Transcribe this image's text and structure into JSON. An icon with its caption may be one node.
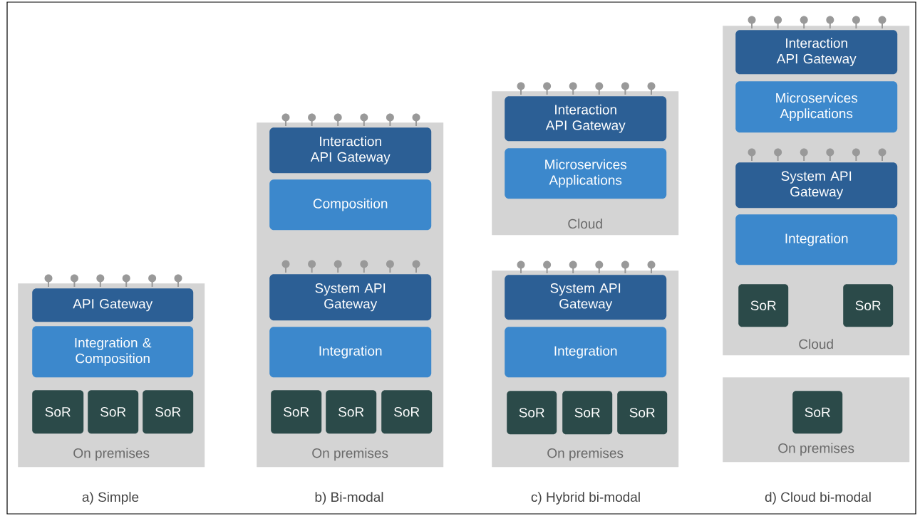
{
  "diagram": {
    "nodes": [
      {
        "text": [
          "On premises"
        ]
      },
      {
        "text": [
          "API Gateway"
        ],
        "in": 0
      },
      {
        "text": [
          "Integration & Composition"
        ],
        "in": 0
      },
      {
        "text": [
          "SoR"
        ],
        "in": 0
      },
      {
        "text": [
          "SoR"
        ],
        "in": 0
      },
      {
        "text": [
          "SoR"
        ],
        "in": 0
      },
      {
        "text": [
          "On premises"
        ]
      },
      {
        "text": [
          "Interaction API Gateway"
        ],
        "in": 6
      },
      {
        "text": [
          "Composition"
        ],
        "in": 6
      },
      {
        "text": [
          "System API Gateway"
        ],
        "in": 6
      },
      {
        "text": [
          "Integration"
        ],
        "in": 6
      },
      {
        "text": [
          "SoR"
        ],
        "in": 6
      },
      {
        "text": [
          "SoR"
        ],
        "in": 6
      },
      {
        "text": [
          "SoR"
        ],
        "in": 6
      },
      {
        "text": [
          "Cloud"
        ]
      },
      {
        "text": [
          "Interaction API Gateway"
        ],
        "in": 14
      },
      {
        "text": [
          "Microservices Applications"
        ],
        "in": 14
      },
      {
        "text": [
          "On premises"
        ]
      },
      {
        "text": [
          "System API Gateway"
        ],
        "in": 17
      },
      {
        "text": [
          "Integration"
        ],
        "in": 17
      },
      {
        "text": [
          "SoR"
        ],
        "in": 17
      },
      {
        "text": [
          "SoR"
        ],
        "in": 17
      },
      {
        "text": [
          "SoR"
        ],
        "in": 17
      },
      {
        "text": [
          "Cloud"
        ]
      },
      {
        "text": [
          "Interaction API Gateway"
        ],
        "in": 23
      },
      {
        "text": [
          "Microservices Applications"
        ],
        "in": 23
      },
      {
        "text": [
          "System API Gateway"
        ],
        "in": 23
      },
      {
        "text": [
          "Integration"
        ],
        "in": 23
      },
      {
        "text": [
          "SoR"
        ],
        "in": 23
      },
      {
        "text": [
          "SoR"
        ],
        "in": 23
      },
      {
        "text": [
          "On premises"
        ]
      },
      {
        "text": [
          "SoR"
        ],
        "in": 30
      }
    ],
    "labels": [
      "a) Simple",
      "b) Bi-modal",
      "c) Hybrid bi-modal",
      "d) Cloud bi-modal"
    ]
  }
}
